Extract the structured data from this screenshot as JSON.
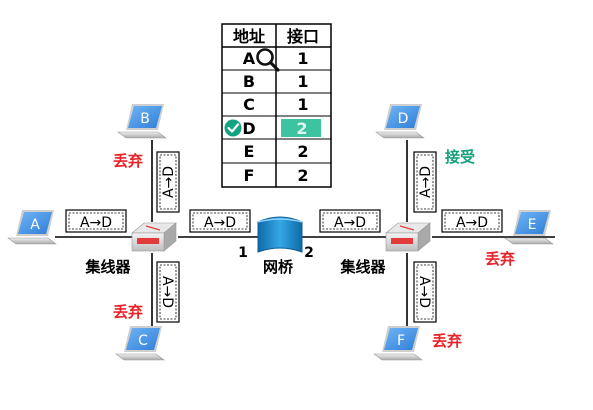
{
  "table": {
    "headers": [
      "地址",
      "接口"
    ],
    "rows": [
      {
        "address": "A",
        "port": "1"
      },
      {
        "address": "B",
        "port": "1"
      },
      {
        "address": "C",
        "port": "1"
      },
      {
        "address": "D",
        "port": "2"
      },
      {
        "address": "E",
        "port": "2"
      },
      {
        "address": "F",
        "port": "2"
      }
    ],
    "highlight_color": "#3cc3a0"
  },
  "frame_label": "A→D",
  "hosts": [
    "A",
    "B",
    "C",
    "D",
    "E",
    "F"
  ],
  "devices": {
    "hub_left": "集线器",
    "hub_right": "集线器",
    "bridge": "网桥",
    "bridge_port1": "1",
    "bridge_port2": "2"
  },
  "status": {
    "B": "丢弃",
    "C": "丢弃",
    "D": "接受",
    "E": "丢弃",
    "F": "丢弃"
  },
  "colors": {
    "discard": "#e8232a",
    "accept": "#16a07c",
    "host_blue": "#3d8ee8",
    "bridge_blue": "#1f86c8",
    "check": "#13a383"
  },
  "icons": [
    "search-icon",
    "check-icon"
  ]
}
